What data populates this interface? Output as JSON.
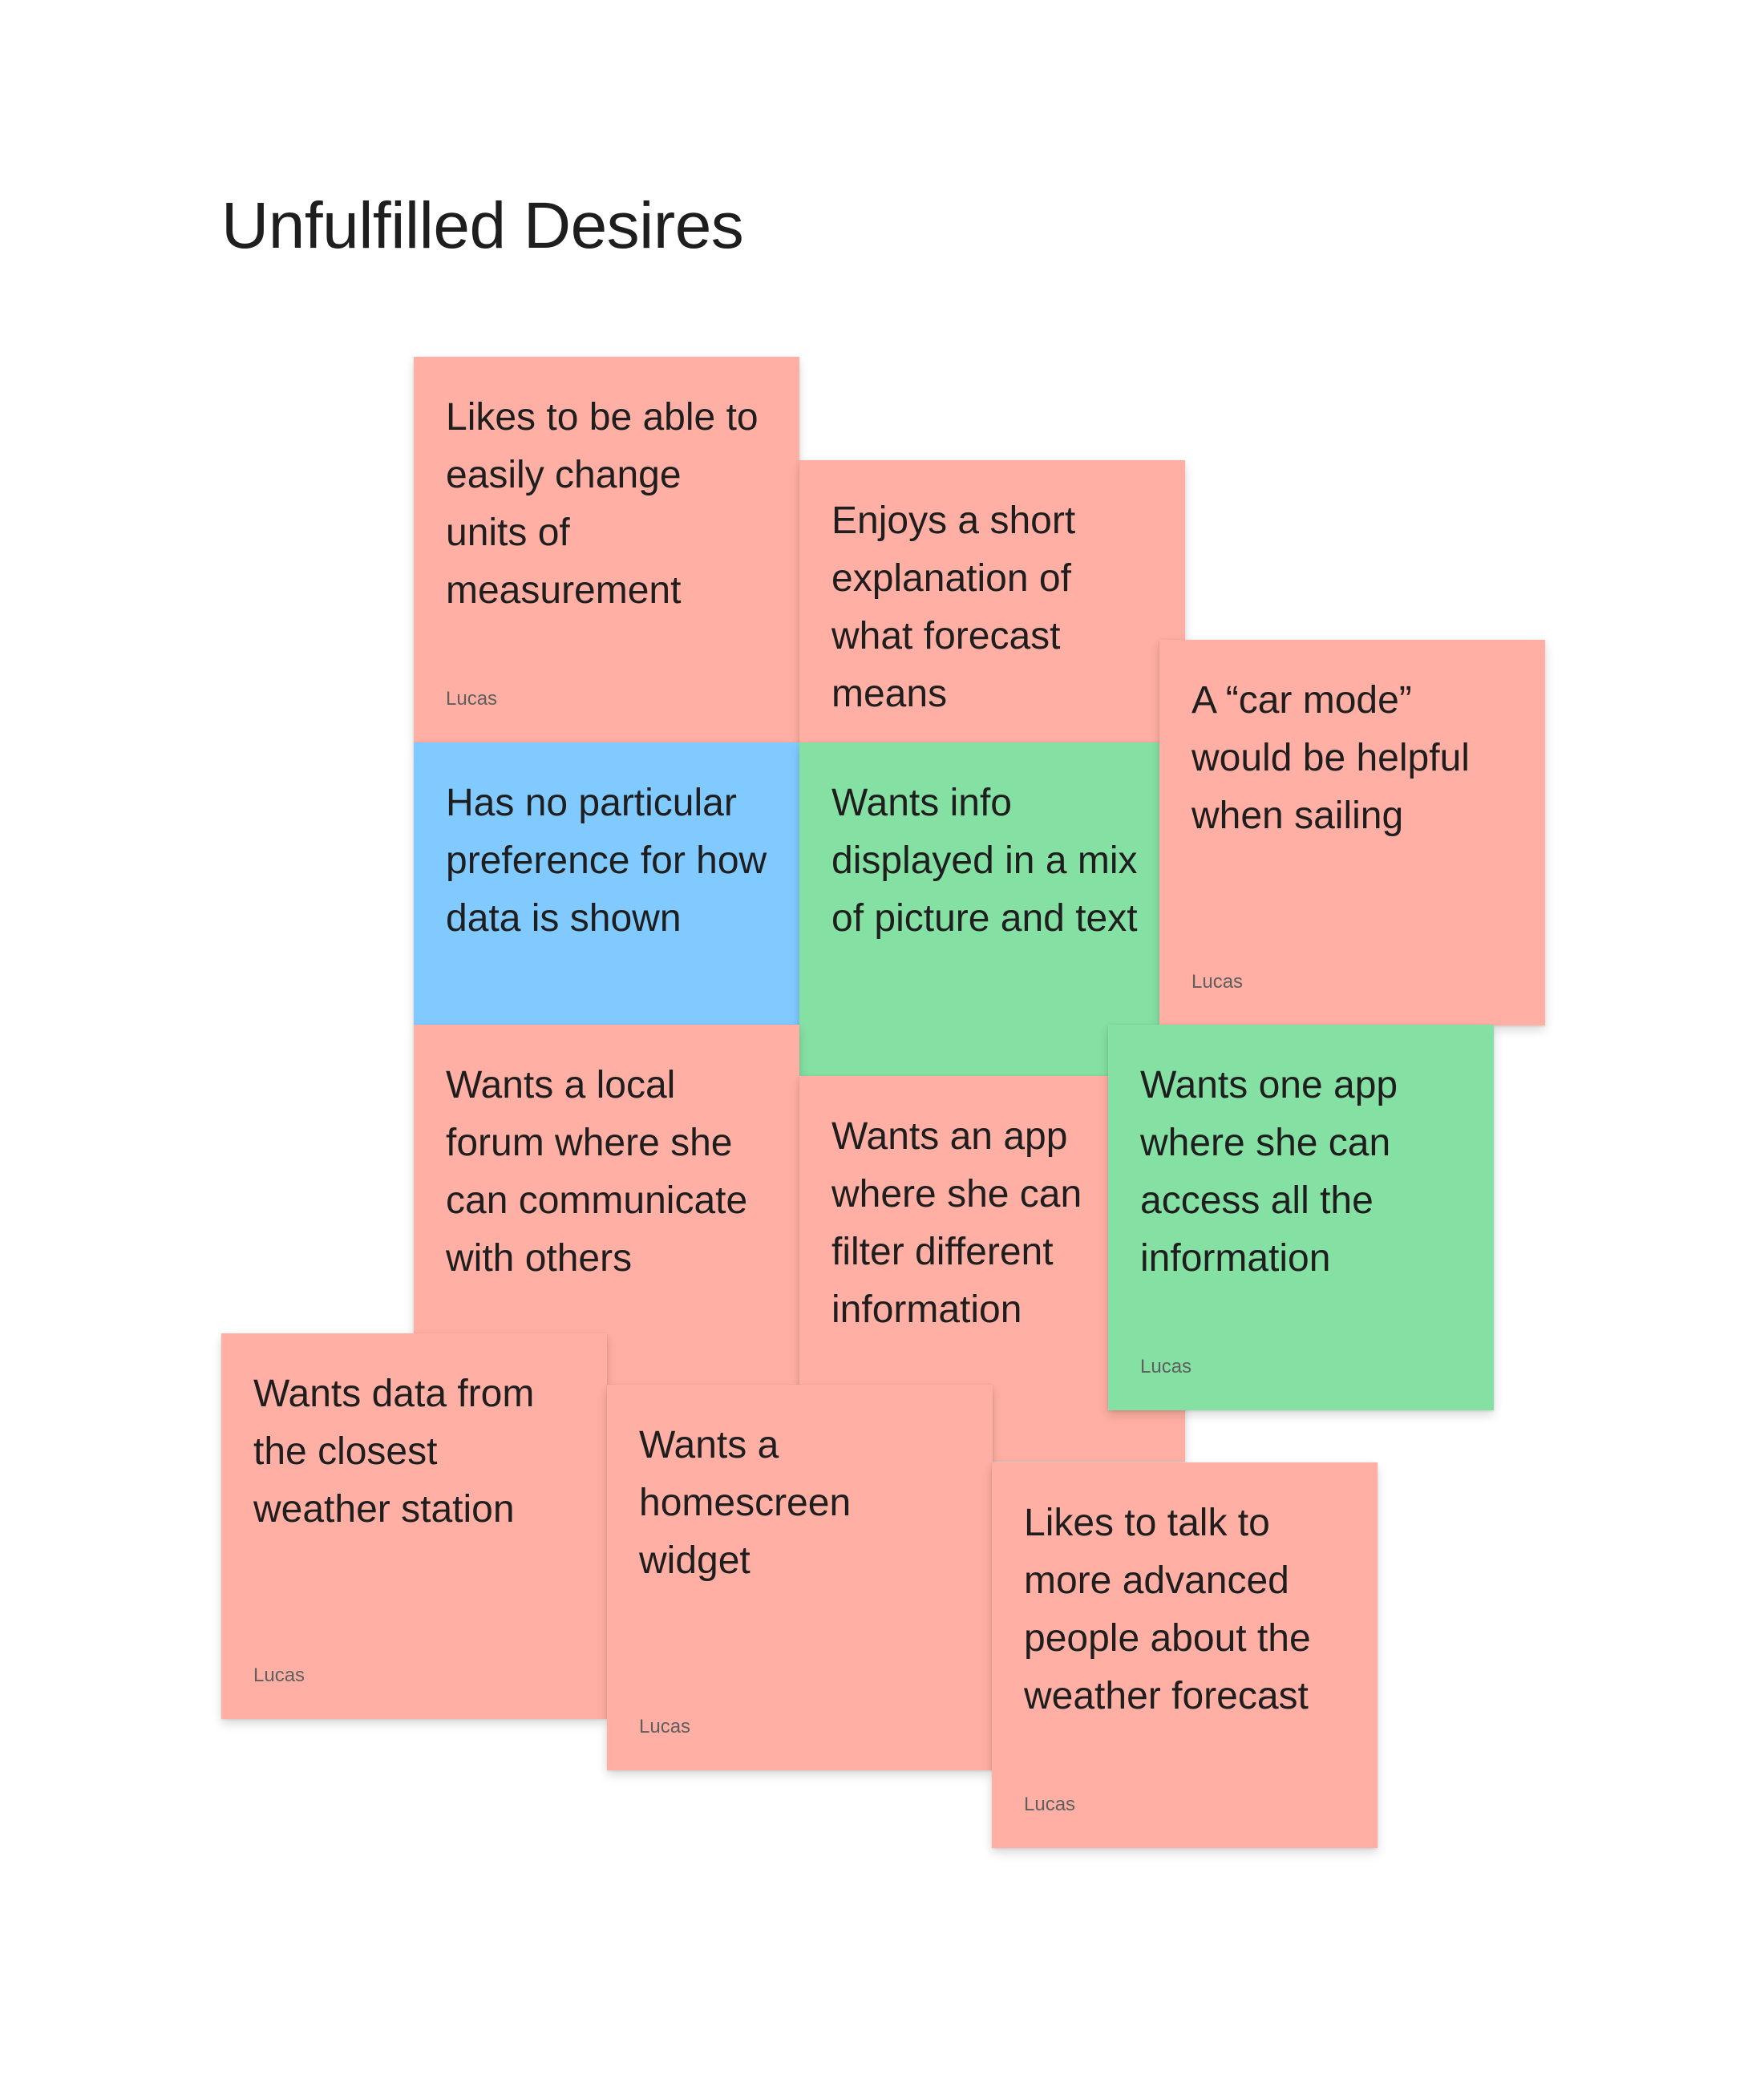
{
  "board": {
    "title": "Unfulfilled Desires"
  },
  "colors": {
    "red": "#ffafa3",
    "blue": "#80caff",
    "green": "#85e0a3"
  },
  "notes": [
    {
      "text": "Likes to be able to easily change units of measurement",
      "author": "Lucas",
      "color": "red"
    },
    {
      "text": "Enjoys a short explanation of what forecast means",
      "author": "",
      "color": "red"
    },
    {
      "text": "Has no particular preference for how data is shown",
      "author": "",
      "color": "blue"
    },
    {
      "text": "Wants info displayed in a mix of picture and text",
      "author": "",
      "color": "green"
    },
    {
      "text": "A “car mode” would be helpful when sailing",
      "author": "Lucas",
      "color": "red"
    },
    {
      "text": "Wants a local forum where she can communicate with others",
      "author": "",
      "color": "red"
    },
    {
      "text": "Wants an app where she can filter different information",
      "author": "",
      "color": "red"
    },
    {
      "text": "Wants one app where she can access all the information",
      "author": "Lucas",
      "color": "green"
    },
    {
      "text": "Wants data from the closest weather station",
      "author": "Lucas",
      "color": "red"
    },
    {
      "text": "Wants a homescreen widget",
      "author": "Lucas",
      "color": "red"
    },
    {
      "text": "Likes to talk to more advanced people about the weather forecast",
      "author": "Lucas",
      "color": "red"
    }
  ]
}
